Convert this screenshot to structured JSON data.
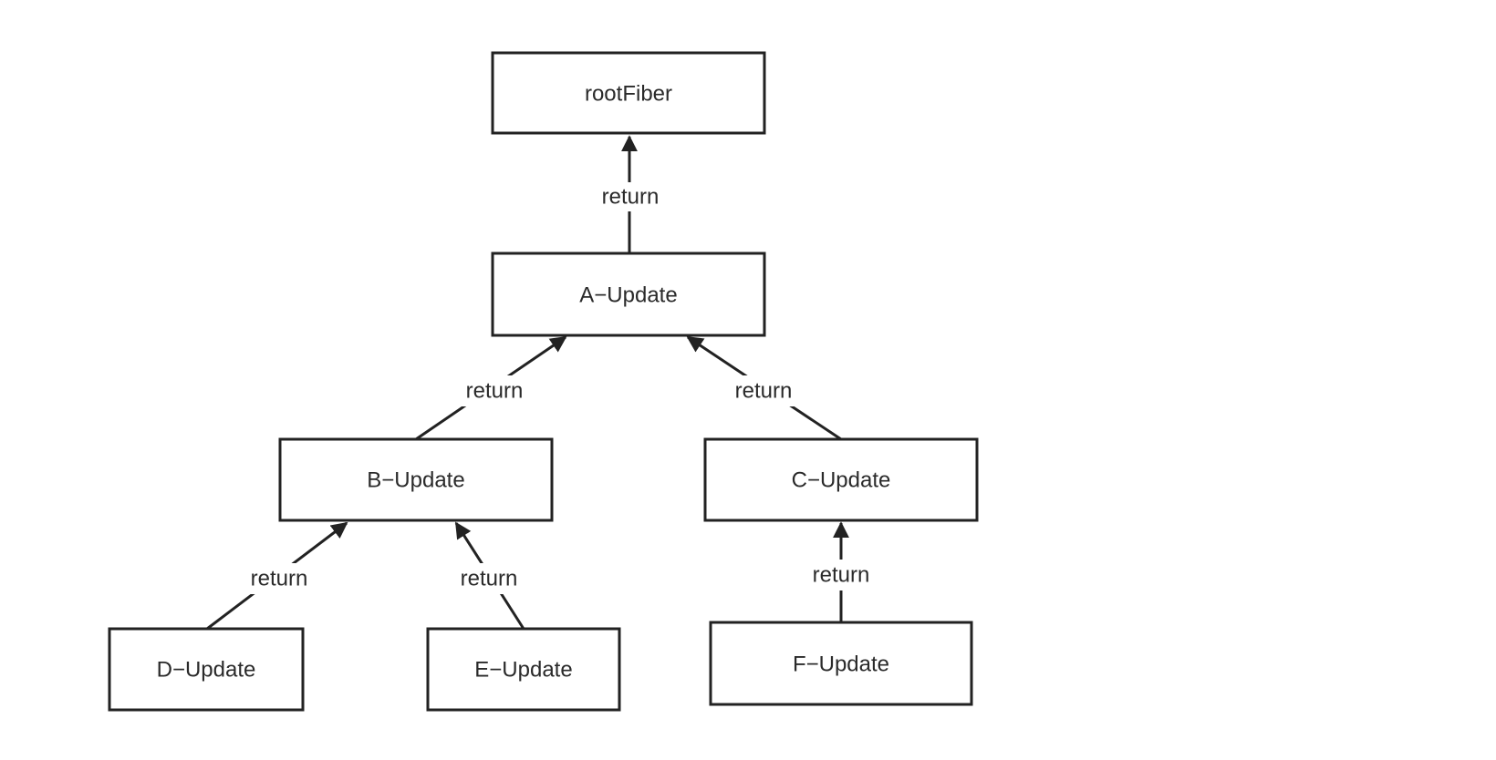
{
  "nodes": {
    "root": {
      "label": "rootFiber"
    },
    "a": {
      "label": "A−Update"
    },
    "b": {
      "label": "B−Update"
    },
    "c": {
      "label": "C−Update"
    },
    "d": {
      "label": "D−Update"
    },
    "e": {
      "label": "E−Update"
    },
    "f": {
      "label": "F−Update"
    }
  },
  "edges": {
    "a_root": {
      "label": "return"
    },
    "b_a": {
      "label": "return"
    },
    "c_a": {
      "label": "return"
    },
    "d_b": {
      "label": "return"
    },
    "e_b": {
      "label": "return"
    },
    "f_c": {
      "label": "return"
    }
  },
  "colors": {
    "stroke": "#222222",
    "text": "#2a2a2a",
    "background": "#ffffff"
  }
}
